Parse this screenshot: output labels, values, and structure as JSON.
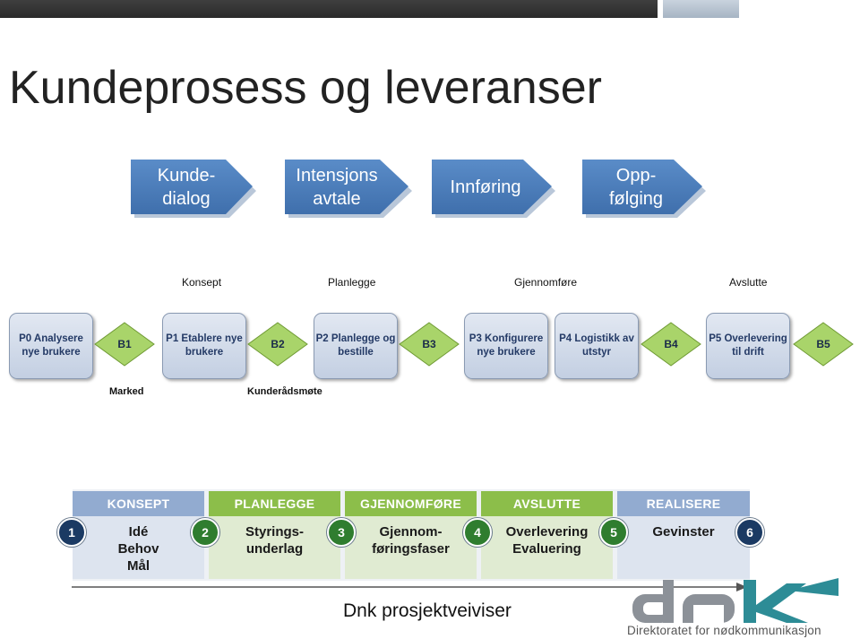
{
  "title": "Kundeprosess og leveranser",
  "chevrons": [
    {
      "label": "Kunde-\ndialog"
    },
    {
      "label": "Intensjons\navtale"
    },
    {
      "label": "Innføring"
    },
    {
      "label": "Opp-\nfølging"
    }
  ],
  "phase_labels": [
    "Konsept",
    "Planlegge",
    "Gjennomføre",
    "Avslutte"
  ],
  "process_boxes": [
    {
      "label": "P0 Analysere\nnye brukere"
    },
    {
      "label": "P1 Etablere nye\nbrukere"
    },
    {
      "label": "P2 Planlegge og\nbestille"
    },
    {
      "label": "P3 Konfigurere\nnye brukere"
    },
    {
      "label": "P4 Logistikk av\nutstyr"
    },
    {
      "label": "P5 Overlevering\ntil drift"
    }
  ],
  "decisions": [
    "B1",
    "B2",
    "B3",
    "B4",
    "B5"
  ],
  "sub_labels": {
    "marked": "Marked",
    "kundemote": "Kunderådsmøte"
  },
  "project_phases": [
    {
      "header": "KONSEPT",
      "body": "Idé\nBehov\nMål",
      "color": "#92abd0"
    },
    {
      "header": "PLANLEGGE",
      "body": "Styrings-\nunderlag",
      "color": "#8cbe4a"
    },
    {
      "header": "GJENNOMFØRE",
      "body": "Gjennom-\nføringsfaser",
      "color": "#8cbe4a"
    },
    {
      "header": "AVSLUTTE",
      "body": "Overlevering\nEvaluering",
      "color": "#8cbe4a"
    },
    {
      "header": "REALISERE",
      "body": "Gevinster",
      "color": "#92abd0"
    }
  ],
  "milestones": [
    {
      "num": "1",
      "color": "#1b3a63"
    },
    {
      "num": "2",
      "color": "#2f7d2f"
    },
    {
      "num": "3",
      "color": "#2f7d2f"
    },
    {
      "num": "4",
      "color": "#2f7d2f"
    },
    {
      "num": "5",
      "color": "#2f7d2f"
    },
    {
      "num": "6",
      "color": "#1b3a63"
    }
  ],
  "caption": "Dnk prosjektveiviser",
  "logo": {
    "text": "dnk",
    "subtitle": "Direktoratet for nødkommunikasjon"
  },
  "colors": {
    "chevron": "#4f81bd",
    "box_text": "#243a66",
    "decision_fill": "#a9d46a",
    "logo_grey": "#8c9198",
    "logo_teal": "#2d8c96"
  }
}
